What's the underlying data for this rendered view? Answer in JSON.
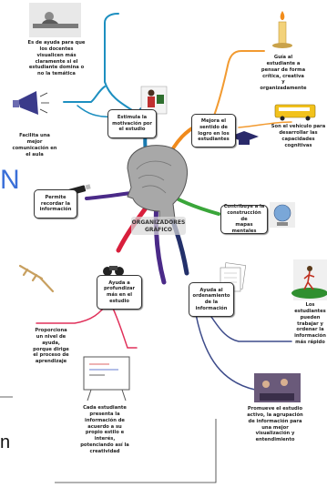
{
  "center": {
    "label_line1": "ORGANIZADORES",
    "label_line2": "GRÁFICO"
  },
  "side_glyph": "N",
  "side_letter": "n",
  "boxes": {
    "motivacion": "Estimula la\nmotivación por\nel estudio",
    "logro": "Mejora el\nsentido de\nlogro en los\nestudiantes",
    "recordar": "Permite\nrecordar la\ninformación",
    "mapas": "Contribuye a la\nconstrucción de\nmapas mentales",
    "profundizar": "Ayuda a\nprofundizar\nmás en el\nestudio",
    "ordenamiento": "Ayuda al\nordenamiento\nde la\ninformación"
  },
  "notes": {
    "docentes": "Es de ayuda para que\nlos docentes\nvisualicen más\nclaramente si el\nestudiante domina o\nno la temática",
    "comunicacion": "Facilita una\nmejor\ncomunicación en\nel aula",
    "pensar": "Guía al\nestudiante a\npensar de forma\ncrítica, creativa\ny\norganizadamente",
    "vehiculo": "Son el vehículo para\ndesarrollar las\ncapacidades\ncognitivas",
    "ordenar": "Los\nestudiantes\npueden\ntrabajar y\nordenar la\ninformación\nmás rápido",
    "apoyo": "Proporciona\nun nivel de\nayuda,\nporque dirige\nel proceso de\naprendizaje",
    "estudiante": "Cada estudiante\npresenta la\ninformación de\nacuerdo a su\npropio estilo e\ninterés,\npotenciando así la\ncreatividad",
    "agrupacion": "Promueve el estudio\nactivo, la agrupación\nde información para\nuna mejor\nvisualización y\nentendimiento"
  },
  "colors": {
    "branch_blue": "#1a7ab0",
    "branch_orange": "#f08a1c",
    "branch_red": "#d81f3c",
    "branch_purple": "#4a2a88",
    "branch_green": "#3aa63a",
    "branch_navy": "#23306a",
    "thin_blue": "#1d8fc0",
    "thin_orange": "#f29a30",
    "thin_red": "#e0305a",
    "thin_navy": "#3d4b8a"
  }
}
